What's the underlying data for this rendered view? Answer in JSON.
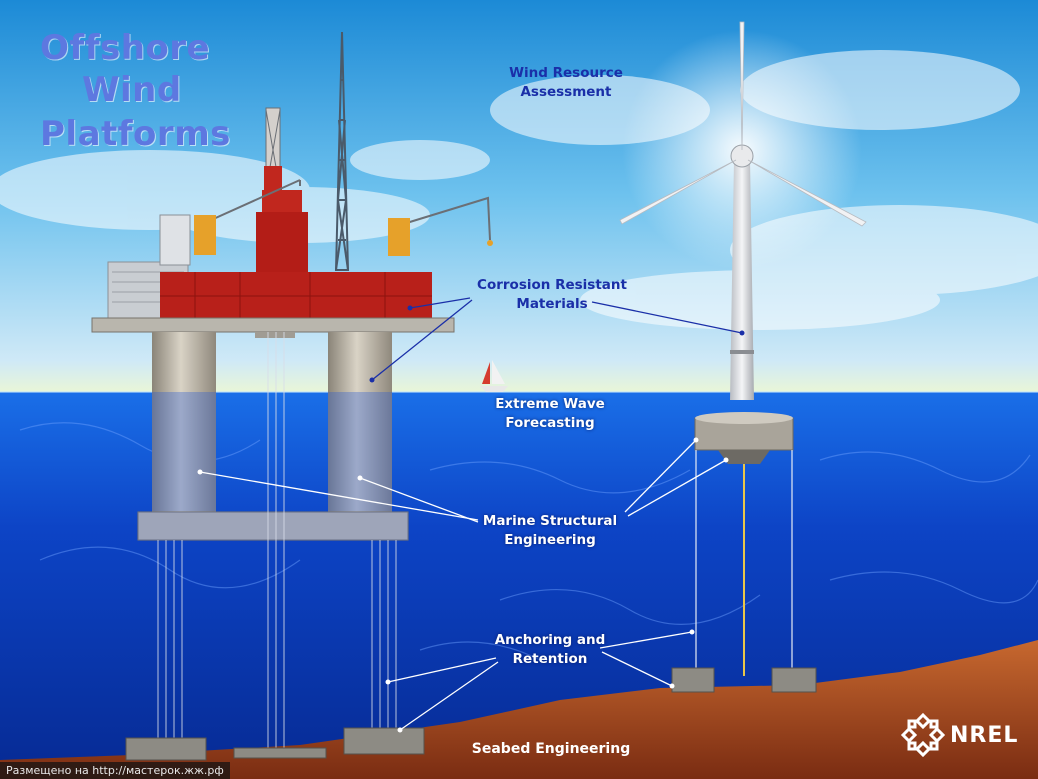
{
  "title": {
    "line1": "Offshore",
    "line2": "Wind",
    "line3": "Platforms"
  },
  "labels": {
    "wind_resource_1": "Wind Resource",
    "wind_resource_2": "Assessment",
    "corrosion_1": "Corrosion Resistant",
    "corrosion_2": "Materials",
    "wave_1": "Extreme Wave",
    "wave_2": "Forecasting",
    "marine_1": "Marine Structural",
    "marine_2": "Engineering",
    "anchoring_1": "Anchoring and",
    "anchoring_2": "Retention",
    "seabed": "Seabed Engineering"
  },
  "logo": {
    "text": "NREL"
  },
  "watermark": "Размещено на http://мастерок.жж.рф",
  "colors": {
    "sky_top": "#1f8fd8",
    "sea": "#1040c8",
    "seabed": "#b0552a",
    "platform_red": "#b8201a",
    "title_blue": "#5d78e0",
    "label_blue": "#1a2fa8"
  }
}
